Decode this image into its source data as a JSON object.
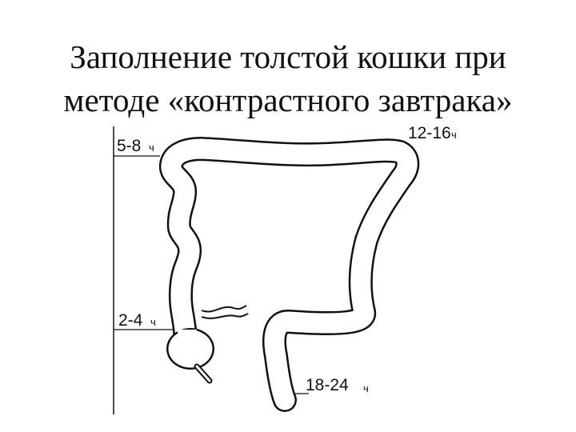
{
  "slide": {
    "title_line1": "Заполнение толстой кошки при",
    "title_line2": "методе «контрастного завтрака»"
  },
  "diagram": {
    "labels": [
      {
        "id": "cecum",
        "time": "2-4",
        "unit": "ч"
      },
      {
        "id": "hepatic-flexure",
        "time": "5-8",
        "unit": "ч"
      },
      {
        "id": "splenic-flexure",
        "time": "12-16",
        "unit": "ч"
      },
      {
        "id": "rectosigmoid",
        "time": "18-24",
        "unit": "ч"
      }
    ]
  },
  "colors": {
    "ink": "#111111",
    "background": "#ffffff"
  }
}
